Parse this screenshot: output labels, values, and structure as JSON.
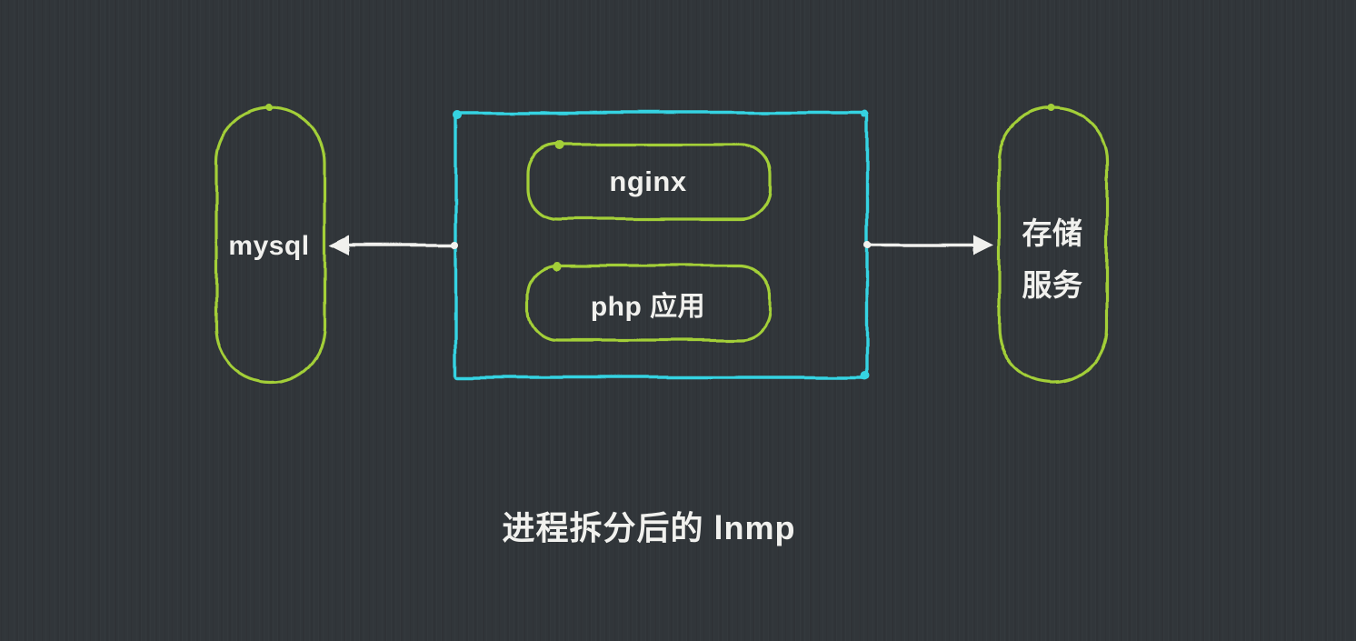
{
  "diagram": {
    "caption": "进程拆分后的 lnmp",
    "background_color": "#31363a",
    "colors": {
      "node_green": "#a3cf38",
      "container_cyan": "#35d3e2",
      "text_and_arrows": "#f1f1ee"
    },
    "nodes": {
      "mysql": {
        "label": "mysql",
        "shape": "pill",
        "border_color": "#a3cf38"
      },
      "lnmp_container": {
        "shape": "rectangle",
        "border_color": "#35d3e2"
      },
      "nginx": {
        "label": "nginx",
        "shape": "rounded-rect",
        "border_color": "#a3cf38"
      },
      "php": {
        "label": "php 应用",
        "shape": "rounded-rect",
        "border_color": "#a3cf38"
      },
      "storage": {
        "label_line1": "存储",
        "label_line2": "服务",
        "shape": "pill",
        "border_color": "#a3cf38"
      }
    },
    "edges": [
      {
        "from": "lnmp_container",
        "to": "mysql",
        "direction": "left",
        "color": "#f1f1ee"
      },
      {
        "from": "lnmp_container",
        "to": "storage",
        "direction": "right",
        "color": "#f1f1ee"
      }
    ]
  }
}
